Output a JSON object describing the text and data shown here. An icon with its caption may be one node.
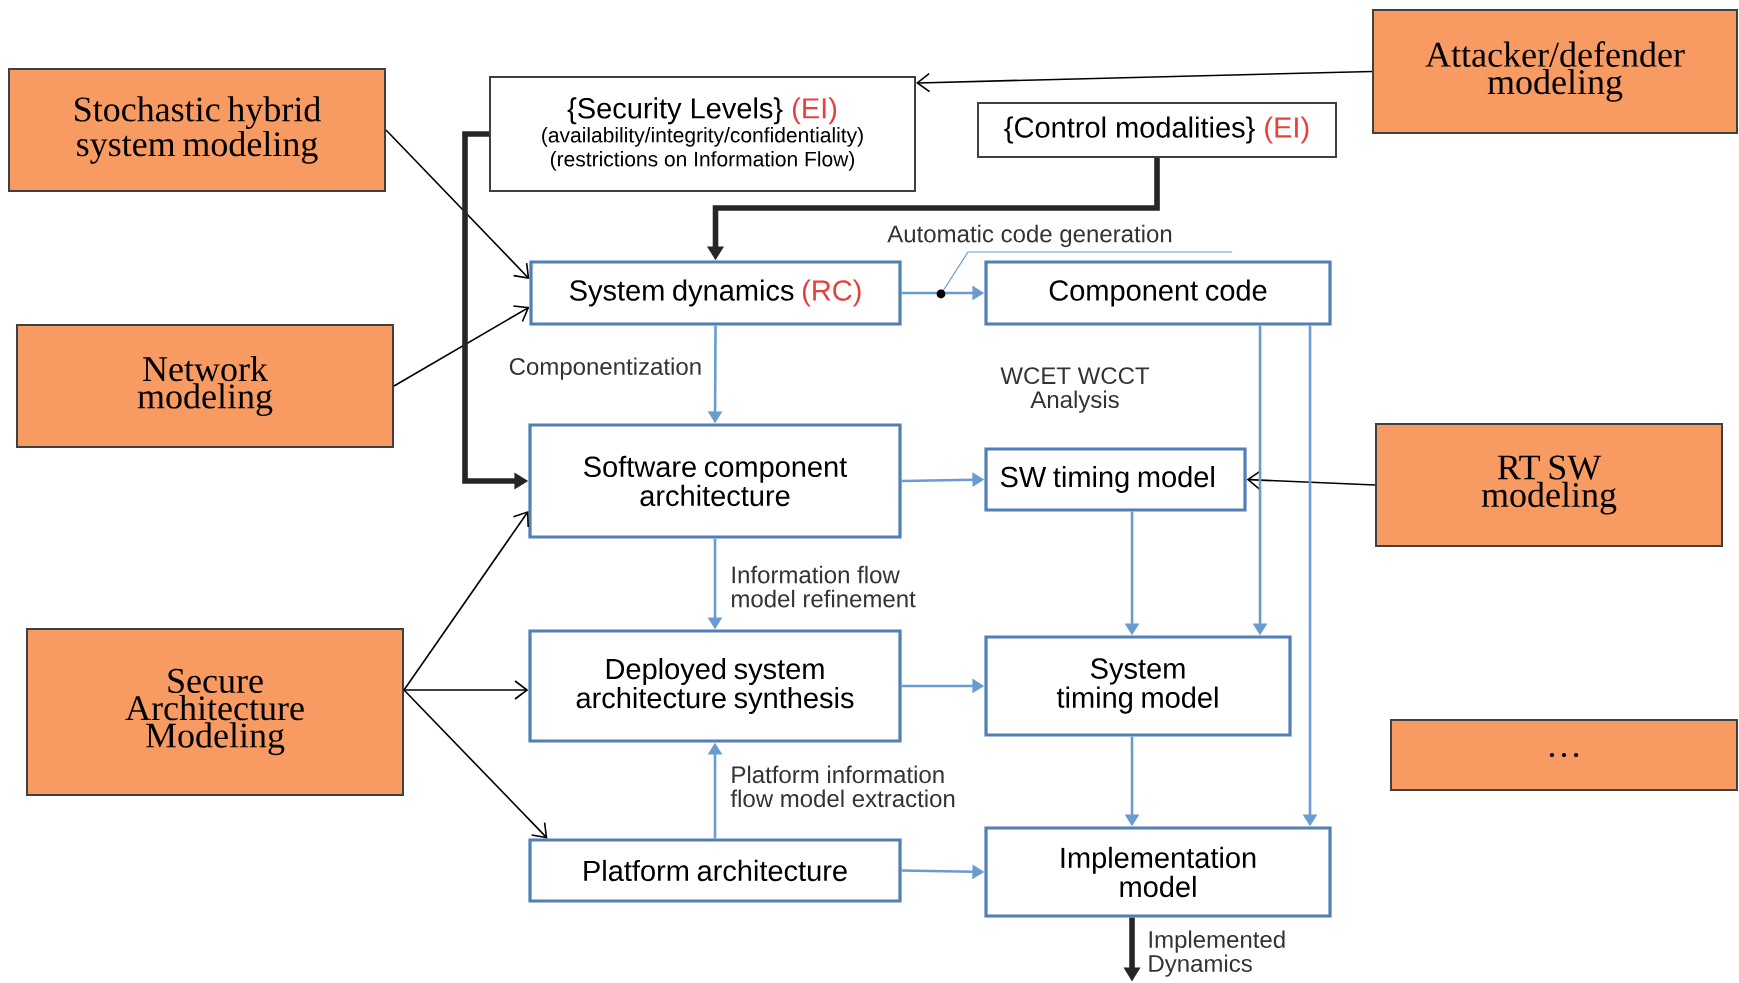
{
  "diagram": {
    "nodes": [
      {
        "text": [
          "Stochastic hybrid system modeling"
        ]
      },
      {
        "text": [
          "Network modeling"
        ]
      },
      {
        "text": [
          "Secure Architecture Modeling"
        ]
      },
      {
        "text": [
          "Attacker/defender modeling"
        ]
      },
      {
        "text": [
          "RT SW modeling"
        ]
      },
      {
        "text": [
          "…"
        ]
      },
      {
        "text": [
          "{Security Levels}",
          "(EI)",
          "(availability/integrity/confidentiality)",
          "(restrictions on Information Flow)"
        ]
      },
      {
        "text": [
          "{Control modalities}",
          "(EI)"
        ]
      },
      {
        "text": [
          "System dynamics",
          "(RC)"
        ]
      },
      {
        "text": [
          "Component code"
        ]
      },
      {
        "text": [
          "Software component architecture"
        ]
      },
      {
        "text": [
          "SW timing model"
        ]
      },
      {
        "text": [
          "Deployed system architecture synthesis"
        ]
      },
      {
        "text": [
          "System timing model"
        ]
      },
      {
        "text": [
          "Platform architecture"
        ]
      },
      {
        "text": [
          "Implementation model"
        ]
      }
    ],
    "edges": [
      {
        "from": 0,
        "to": 8,
        "arrow": "to",
        "color": "#000000"
      },
      {
        "from": 1,
        "to": 8,
        "arrow": "to",
        "color": "#000000"
      },
      {
        "from": 2,
        "to": 10,
        "arrow": "to",
        "color": "#000000"
      },
      {
        "from": 2,
        "to": 12,
        "arrow": "to",
        "color": "#000000"
      },
      {
        "from": 2,
        "to": 14,
        "arrow": "to",
        "color": "#000000"
      },
      {
        "from": 3,
        "to": 6,
        "arrow": "to",
        "color": "#000000"
      },
      {
        "from": 4,
        "to": 11,
        "arrow": "to",
        "color": "#000000"
      },
      {
        "from": 6,
        "to": 10,
        "arrow": "to",
        "style": "thick",
        "color": "#262626"
      },
      {
        "from": 7,
        "to": 8,
        "arrow": "to",
        "style": "thick",
        "color": "#262626"
      },
      {
        "from": 8,
        "to": 9,
        "arrow": "to",
        "label": "Automatic code generation"
      },
      {
        "from": 8,
        "to": 10,
        "arrow": "to",
        "label": "Componentization"
      },
      {
        "from": 10,
        "to": 11,
        "arrow": "to"
      },
      {
        "from": 10,
        "to": 12,
        "arrow": "to",
        "label": "Information flow model refinement"
      },
      {
        "from": 14,
        "to": 12,
        "arrow": "to",
        "label": "Platform information flow model extraction"
      },
      {
        "from": 12,
        "to": 13,
        "arrow": "to"
      },
      {
        "from": 14,
        "to": 15,
        "arrow": "to"
      },
      {
        "from": 11,
        "to": 13,
        "arrow": "to"
      },
      {
        "from": 9,
        "to": 13,
        "arrow": "to"
      },
      {
        "from": 9,
        "to": 15,
        "arrow": "to"
      },
      {
        "from": 13,
        "to": 15,
        "arrow": "to"
      },
      {
        "from": 15,
        "to": null,
        "arrow": "to",
        "label": "Implemented Dynamics",
        "style": "thick",
        "color": "#262626"
      }
    ],
    "labels": [
      "WCET WCCT Analysis"
    ]
  }
}
